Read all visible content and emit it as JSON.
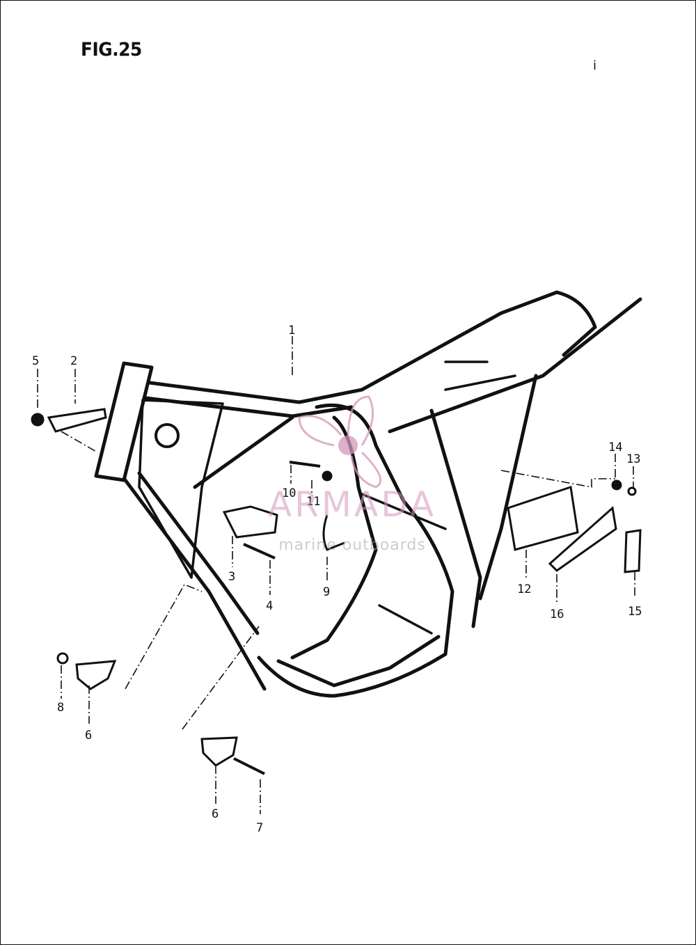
{
  "figure": {
    "title": "FIG.25",
    "corner_mark": "i"
  },
  "watermark": {
    "brand": "ARMADA",
    "tagline": "marine outboards",
    "color": "#d496b9"
  },
  "callouts": [
    {
      "id": "c1",
      "label": "1"
    },
    {
      "id": "c2",
      "label": "2"
    },
    {
      "id": "c3",
      "label": "3"
    },
    {
      "id": "c4",
      "label": "4"
    },
    {
      "id": "c5",
      "label": "5"
    },
    {
      "id": "c6a",
      "label": "6"
    },
    {
      "id": "c6b",
      "label": "6"
    },
    {
      "id": "c7",
      "label": "7"
    },
    {
      "id": "c8",
      "label": "8"
    },
    {
      "id": "c9",
      "label": "9"
    },
    {
      "id": "c10",
      "label": "10"
    },
    {
      "id": "c11",
      "label": "11"
    },
    {
      "id": "c12",
      "label": "12"
    },
    {
      "id": "c13",
      "label": "13"
    },
    {
      "id": "c14",
      "label": "14"
    },
    {
      "id": "c15",
      "label": "15"
    },
    {
      "id": "c16",
      "label": "16"
    }
  ]
}
